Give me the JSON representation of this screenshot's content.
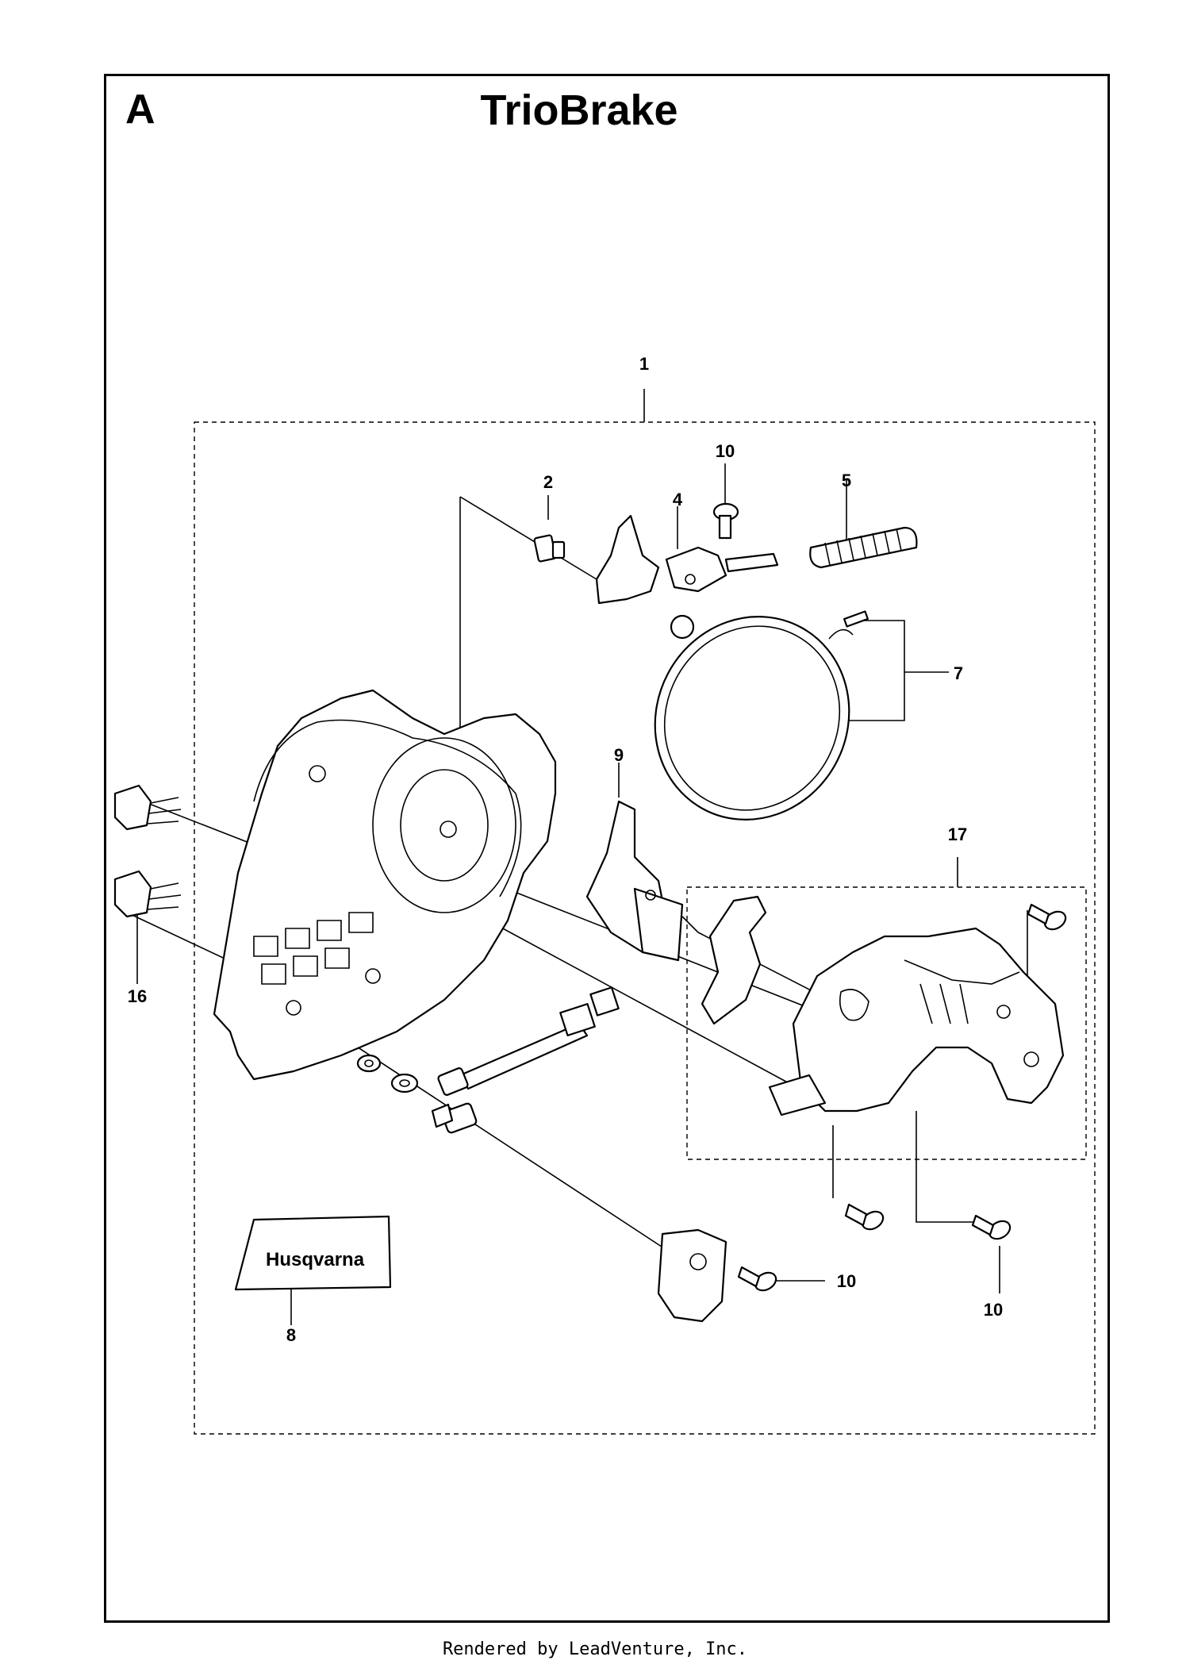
{
  "section_letter": "A",
  "title": "TrioBrake",
  "footer": "Rendered by LeadVenture, Inc.",
  "decal_text": "Husqvarna",
  "callouts": {
    "c1": "1",
    "c2": "2",
    "c4": "4",
    "c5": "5",
    "c7": "7",
    "c8": "8",
    "c9": "9",
    "c10_top": "10",
    "c10_guard": "10",
    "c10_right": "10",
    "c16": "16",
    "c17": "17"
  }
}
